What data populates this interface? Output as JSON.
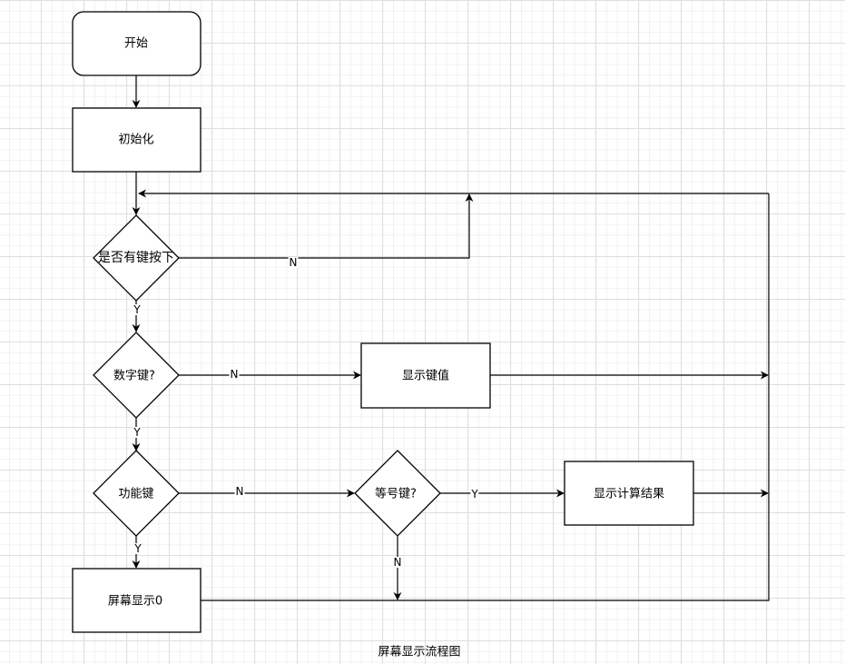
{
  "diagram": {
    "title": "屏幕显示流程图",
    "nodes": {
      "start": {
        "label": "开始",
        "shape": "rounded-rect"
      },
      "init": {
        "label": "初始化",
        "shape": "rect"
      },
      "key_pressed": {
        "label": "是否有键按下",
        "shape": "diamond"
      },
      "digit_key": {
        "label": "数字键?",
        "shape": "diamond"
      },
      "show_key_value": {
        "label": "显示键值",
        "shape": "rect"
      },
      "function_key": {
        "label": "功能键",
        "shape": "diamond"
      },
      "equals_key": {
        "label": "等号键?",
        "shape": "diamond"
      },
      "show_result": {
        "label": "显示计算结果",
        "shape": "rect"
      },
      "display_zero": {
        "label": "屏幕显示0",
        "shape": "rect"
      }
    },
    "edges": [
      {
        "from": "start",
        "to": "init",
        "label": ""
      },
      {
        "from": "init",
        "to": "key_pressed",
        "label": ""
      },
      {
        "from": "key_pressed",
        "to": "loop",
        "label": "N"
      },
      {
        "from": "key_pressed",
        "to": "digit_key",
        "label": "Y"
      },
      {
        "from": "digit_key",
        "to": "show_key_value",
        "label": "N"
      },
      {
        "from": "digit_key",
        "to": "function_key",
        "label": "Y"
      },
      {
        "from": "show_key_value",
        "to": "loop",
        "label": ""
      },
      {
        "from": "function_key",
        "to": "equals_key",
        "label": "N"
      },
      {
        "from": "function_key",
        "to": "display_zero",
        "label": "Y"
      },
      {
        "from": "equals_key",
        "to": "show_result",
        "label": "Y"
      },
      {
        "from": "equals_key",
        "to": "display_zero_line",
        "label": "N"
      },
      {
        "from": "show_result",
        "to": "loop",
        "label": ""
      },
      {
        "from": "display_zero",
        "to": "loop",
        "label": ""
      }
    ],
    "edge_labels": {
      "key_pressed_n": "N",
      "key_pressed_y": "Y",
      "digit_key_n": "N",
      "digit_key_y": "Y",
      "function_key_n": "N",
      "function_key_y": "Y",
      "equals_key_y": "Y",
      "equals_key_n": "N"
    },
    "colors": {
      "stroke": "#000000",
      "fill": "#ffffff",
      "grid_major": "#dedede",
      "grid_minor": "#f1f1f1"
    }
  }
}
